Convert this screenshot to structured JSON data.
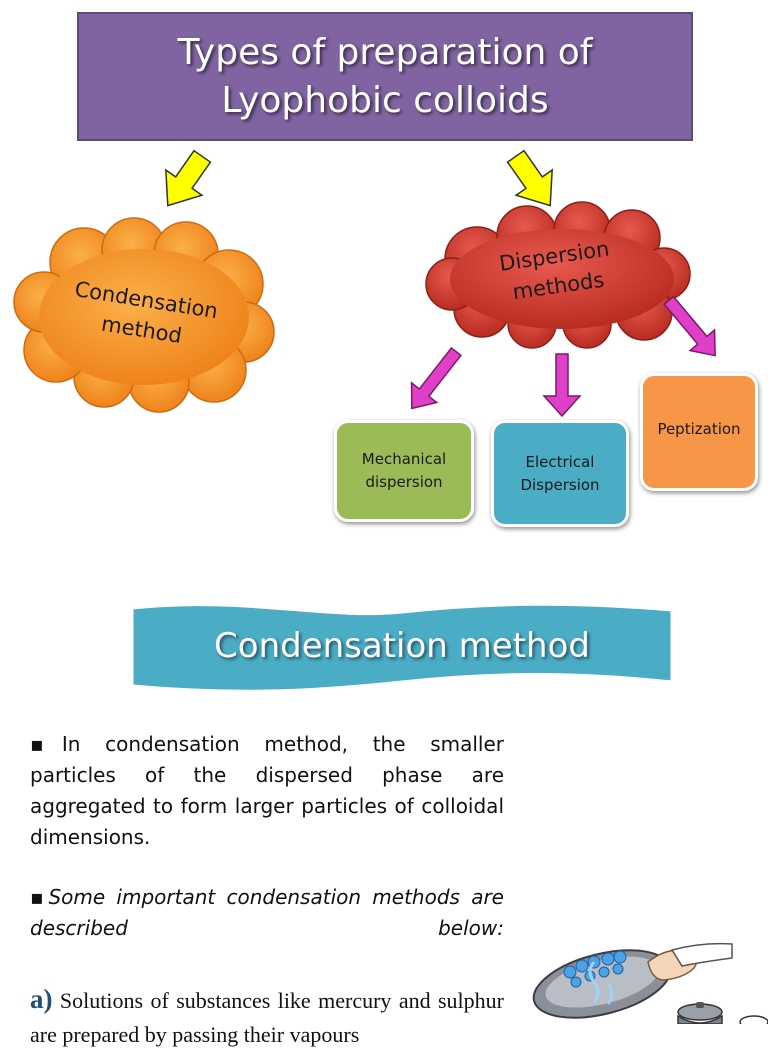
{
  "title": {
    "line1": "Types of preparation of",
    "line2": "Lyophobic colloids"
  },
  "clouds": {
    "condensation": {
      "line1": "Condensation",
      "line2": "method",
      "color": "#f28c28"
    },
    "dispersion": {
      "line1": "Dispersion",
      "line2": "methods",
      "color": "#c0392b"
    }
  },
  "dispersion_methods": {
    "mechanical": {
      "line1": "Mechanical",
      "line2": "dispersion",
      "color": "#9bbb59"
    },
    "electrical": {
      "line1": "Electrical",
      "line2": "Dispersion",
      "color": "#4bacc6"
    },
    "peptization": {
      "label": "Peptization",
      "color": "#f79646"
    }
  },
  "section_heading": "Condensation method",
  "paragraphs": {
    "p1": "▪In condensation method, the smaller particles of the dispersed phase are aggregated to form larger particles of colloidal dimensions.",
    "p2": "▪Some important condensation methods are described below:",
    "p3_label": "a)",
    "p3": "Solutions of substances like mercury and sulphur are prepared by passing their vapours"
  },
  "colors": {
    "title_bg": "#8064a2",
    "yellow_arrow": "#ffff00",
    "magenta_arrow": "#e040c8",
    "ribbon": "#4bacc6"
  },
  "icons": [
    "yellow-down-arrow-icon",
    "magenta-arrow-icon",
    "lid-steam-illustration"
  ]
}
